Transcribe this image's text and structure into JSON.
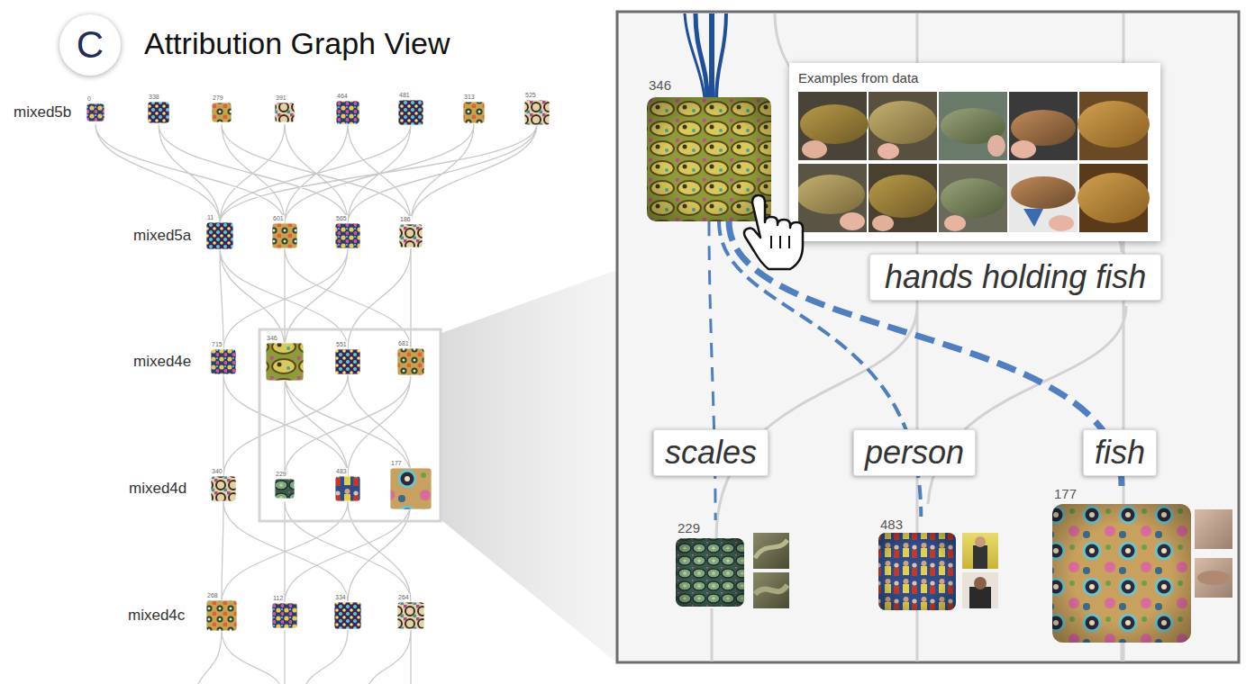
{
  "diagram": {
    "title": "Attribution Graph View",
    "nodes": [
      {
        "text": [
          "C"
        ]
      },
      {
        "text": [
          "346"
        ]
      },
      {
        "text": [
          "Examples from data"
        ]
      },
      {
        "text": [
          "hands holding fish"
        ]
      },
      {
        "text": [
          "229"
        ]
      },
      {
        "text": [
          "483"
        ]
      },
      {
        "text": [
          "177"
        ]
      }
    ],
    "edges": [
      {
        "from": 1,
        "to": 4,
        "arrow": "none",
        "label": "scales"
      },
      {
        "from": 1,
        "to": 5,
        "arrow": "none",
        "label": "person"
      },
      {
        "from": 1,
        "to": 6,
        "arrow": "none",
        "label": "fish"
      }
    ],
    "labels": [
      "mixed5b",
      "0",
      "338",
      "279",
      "391",
      "464",
      "481",
      "313",
      "525",
      "mixed5a",
      "11",
      "601",
      "565",
      "186",
      "mixed4e",
      "715",
      "346",
      "551",
      "681",
      "mixed4d",
      "340",
      "229",
      "483",
      "177",
      "mixed4c",
      "268",
      "112",
      "334",
      "264"
    ]
  }
}
